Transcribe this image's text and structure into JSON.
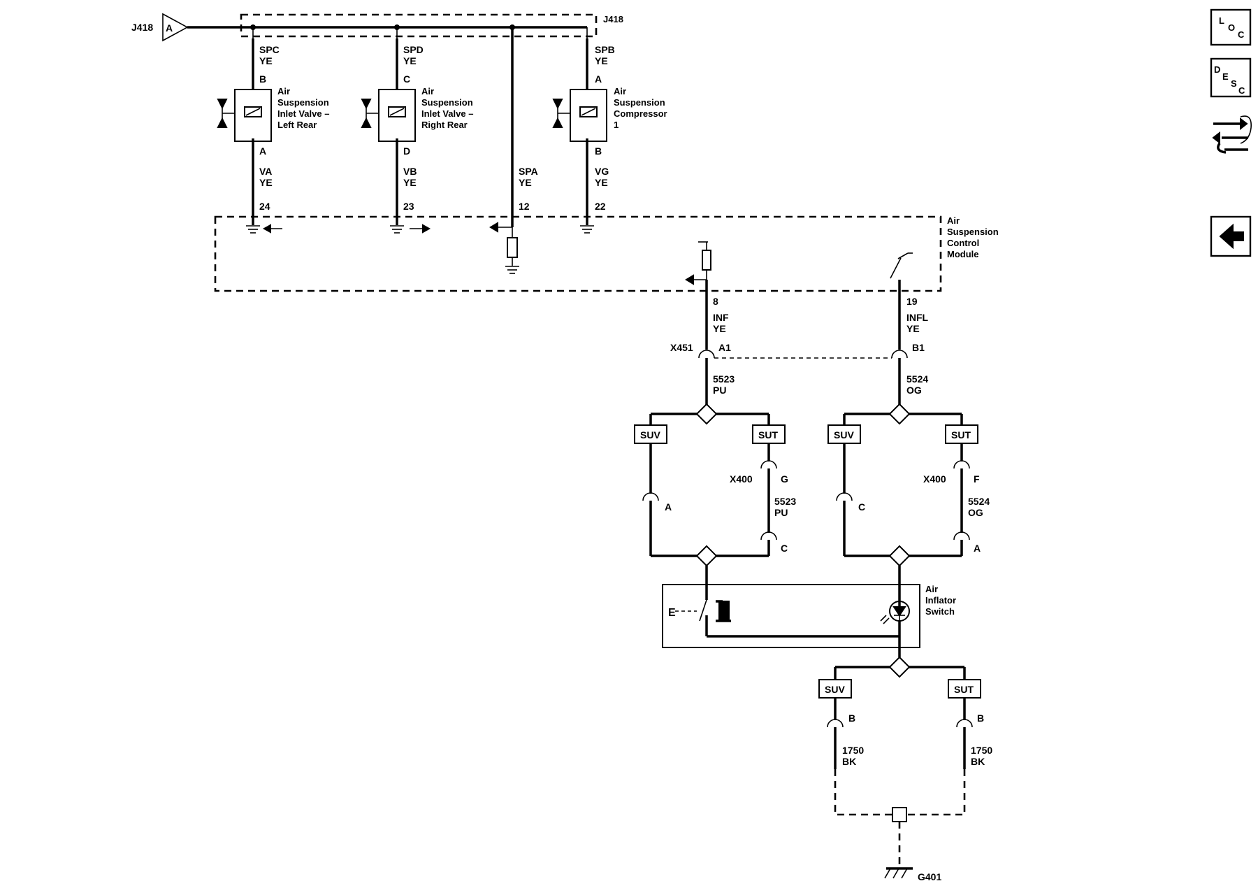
{
  "connector_ref": {
    "name": "J418",
    "pin": "A",
    "name_right": "J418"
  },
  "components": {
    "left_valve": {
      "line1": "Air",
      "line2": "Suspension",
      "line3": "Inlet Valve –",
      "line4": "Left Rear"
    },
    "right_valve": {
      "line1": "Air",
      "line2": "Suspension",
      "line3": "Inlet Valve –",
      "line4": "Right Rear"
    },
    "compressor": {
      "line1": "Air",
      "line2": "Suspension",
      "line3": "Compressor",
      "line4": "1"
    },
    "control_module": {
      "line1": "Air",
      "line2": "Suspension",
      "line3": "Control",
      "line4": "Module"
    },
    "switch": {
      "line1": "Air",
      "line2": "Inflator",
      "line3": "Switch"
    }
  },
  "circuits": {
    "spc": {
      "name": "SPC",
      "color": "YE"
    },
    "spd": {
      "name": "SPD",
      "color": "YE"
    },
    "spb": {
      "name": "SPB",
      "color": "YE"
    },
    "va": {
      "name": "VA",
      "color": "YE"
    },
    "vb": {
      "name": "VB",
      "color": "YE"
    },
    "spa": {
      "name": "SPA",
      "color": "YE"
    },
    "vg": {
      "name": "VG",
      "color": "YE"
    },
    "inf": {
      "name": "INF",
      "color": "YE"
    },
    "infl": {
      "name": "INFL",
      "color": "YE"
    },
    "w5523_a": {
      "number": "5523",
      "color": "PU"
    },
    "w5524_a": {
      "number": "5524",
      "color": "OG"
    },
    "w5523_b": {
      "number": "5523",
      "color": "PU"
    },
    "w5524_b": {
      "number": "5524",
      "color": "OG"
    },
    "w1750_a": {
      "number": "1750",
      "color": "BK"
    },
    "w1750_b": {
      "number": "1750",
      "color": "BK"
    }
  },
  "pins": {
    "left_valve_top": "B",
    "left_valve_bottom": "A",
    "right_valve_top": "C",
    "right_valve_bottom": "D",
    "compressor_top": "A",
    "compressor_bottom": "B",
    "module_24": "24",
    "module_23": "23",
    "module_12": "12",
    "module_22": "22",
    "module_8": "8",
    "module_19": "19",
    "x451_a1": "A1",
    "x451_b1": "B1",
    "suv_left_a": "A",
    "x400_g": "G",
    "x400_c": "C",
    "suv_right_c": "C",
    "x400_f": "F",
    "x400_a": "A",
    "ground_suv_b": "B",
    "ground_sut_b": "B"
  },
  "connectors": {
    "x451": "X451",
    "x400_left": "X400",
    "x400_right": "X400"
  },
  "options": {
    "suv_1": "SUV",
    "sut_1": "SUT",
    "suv_2": "SUV",
    "sut_2": "SUT",
    "suv_3": "SUV",
    "sut_3": "SUT"
  },
  "ground": {
    "name": "G401"
  },
  "nav": {
    "loc": {
      "l1": "L",
      "l2": "O",
      "l3": "C",
      "icon": "location-icon"
    },
    "desc": {
      "l1": "D",
      "l2": "E",
      "l3": "S",
      "l4": "C",
      "icon": "description-icon"
    },
    "connector_icon": "connector-tools-icon",
    "back_icon": "back-arrow-icon"
  }
}
